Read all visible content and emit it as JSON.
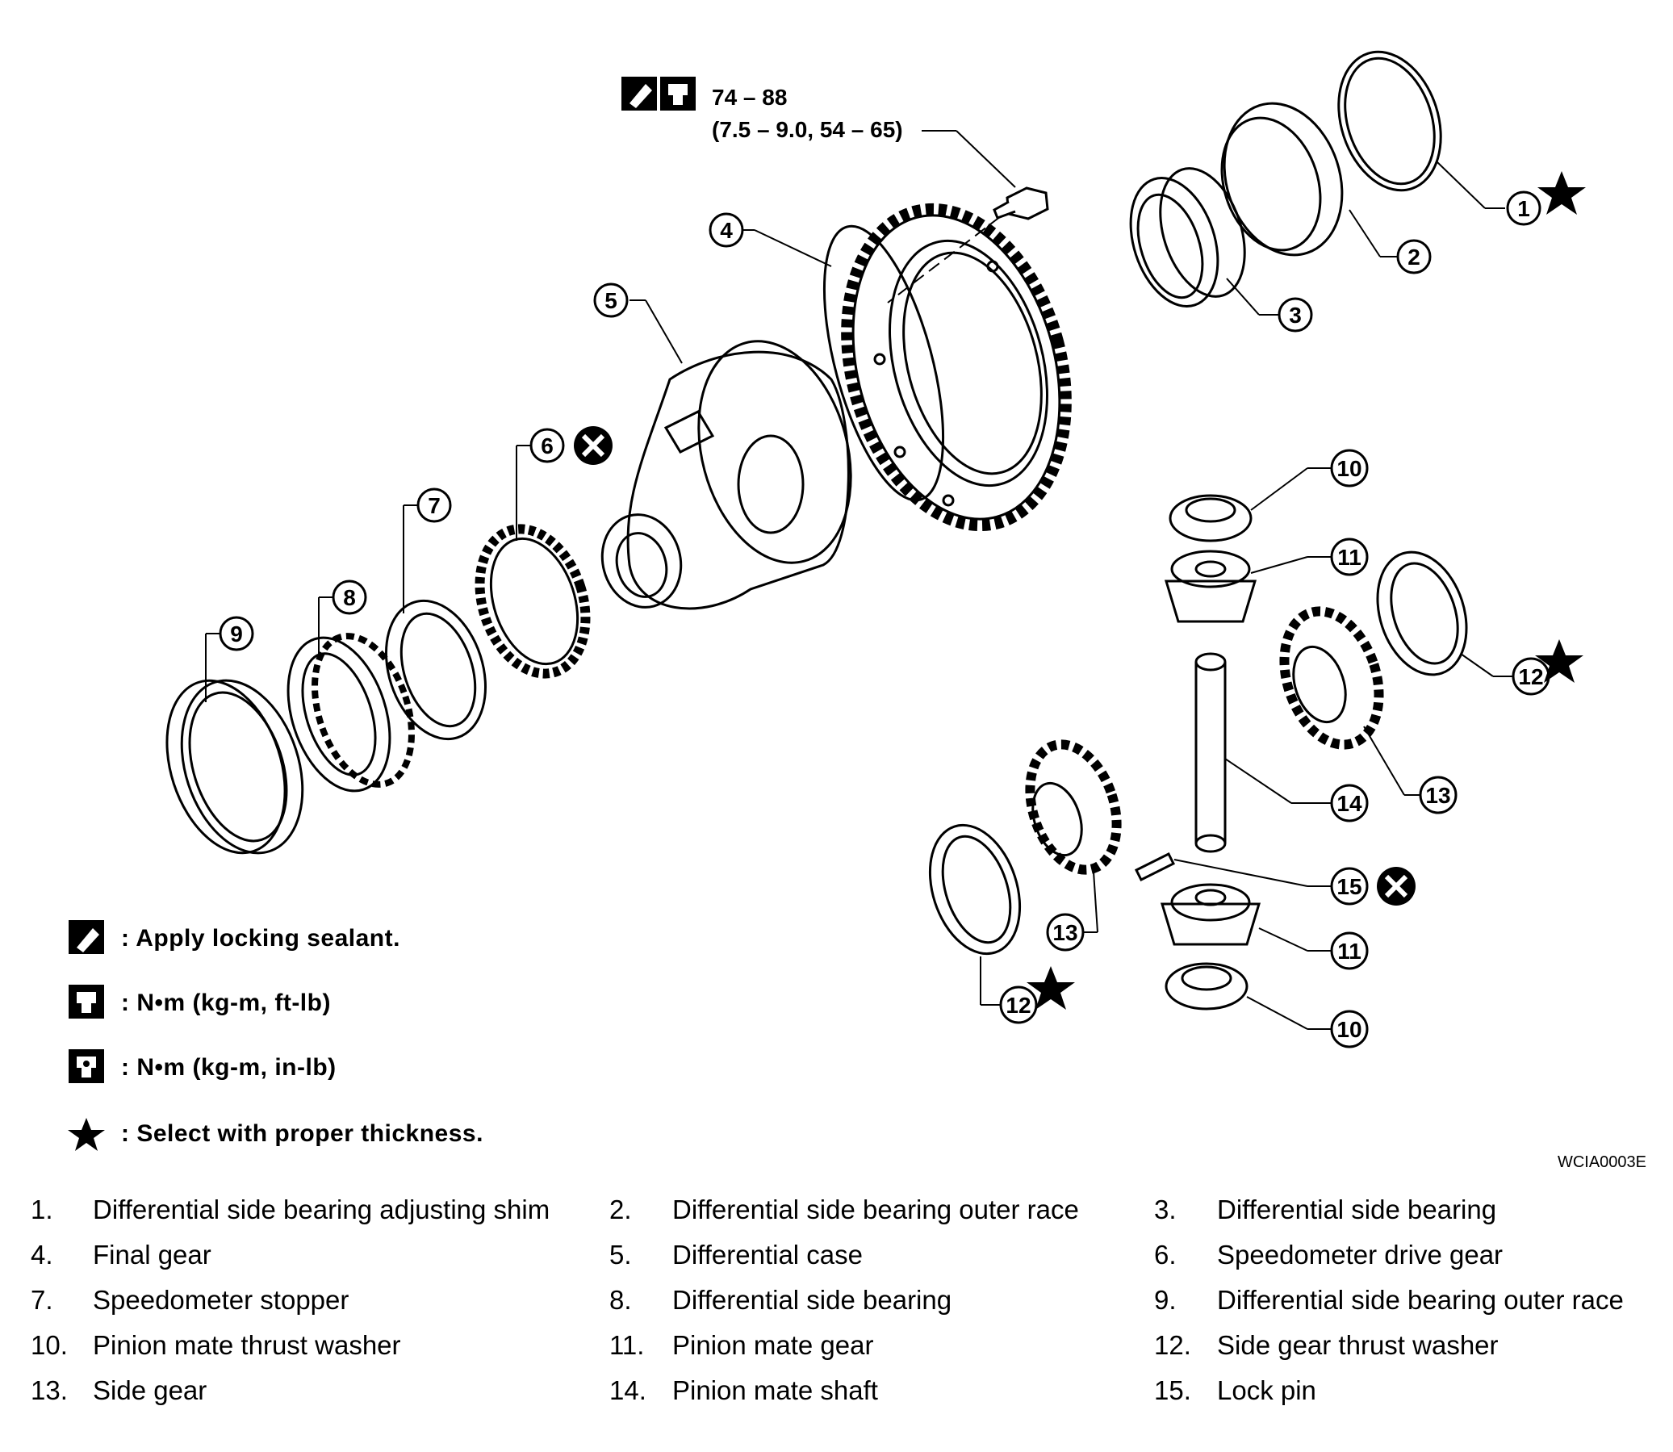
{
  "torque_spec": {
    "value": "74 – 88",
    "detail": "(7.5 – 9.0, 54 – 65)"
  },
  "callouts": [
    "1",
    "2",
    "3",
    "4",
    "5",
    "6",
    "7",
    "8",
    "9",
    "10",
    "11",
    "12",
    "13",
    "14",
    "15"
  ],
  "legend": [
    {
      "icon": "locking-sealant-icon",
      "text": ": Apply locking sealant."
    },
    {
      "icon": "torque-wrench-icon",
      "text": ": N•m (kg-m, ft-lb)"
    },
    {
      "icon": "torque-wrench-small-icon",
      "text": ": N•m (kg-m, in-lb)"
    },
    {
      "icon": "star-icon",
      "text": ": Select with proper thickness."
    }
  ],
  "figure_code": "WCIA0003E",
  "parts": [
    {
      "num": "1.",
      "name": "Differential side bearing adjusting shim"
    },
    {
      "num": "2.",
      "name": "Differential side bearing outer race"
    },
    {
      "num": "3.",
      "name": "Differential side bearing"
    },
    {
      "num": "4.",
      "name": "Final gear"
    },
    {
      "num": "5.",
      "name": "Differential case"
    },
    {
      "num": "6.",
      "name": "Speedometer drive gear"
    },
    {
      "num": "7.",
      "name": "Speedometer stopper"
    },
    {
      "num": "8.",
      "name": "Differential side bearing"
    },
    {
      "num": "9.",
      "name": "Differential side bearing outer race"
    },
    {
      "num": "10.",
      "name": "Pinion mate thrust washer"
    },
    {
      "num": "11.",
      "name": "Pinion mate gear"
    },
    {
      "num": "12.",
      "name": "Side gear thrust washer"
    },
    {
      "num": "13.",
      "name": "Side gear"
    },
    {
      "num": "14.",
      "name": "Pinion mate shaft"
    },
    {
      "num": "15.",
      "name": "Lock pin"
    }
  ]
}
